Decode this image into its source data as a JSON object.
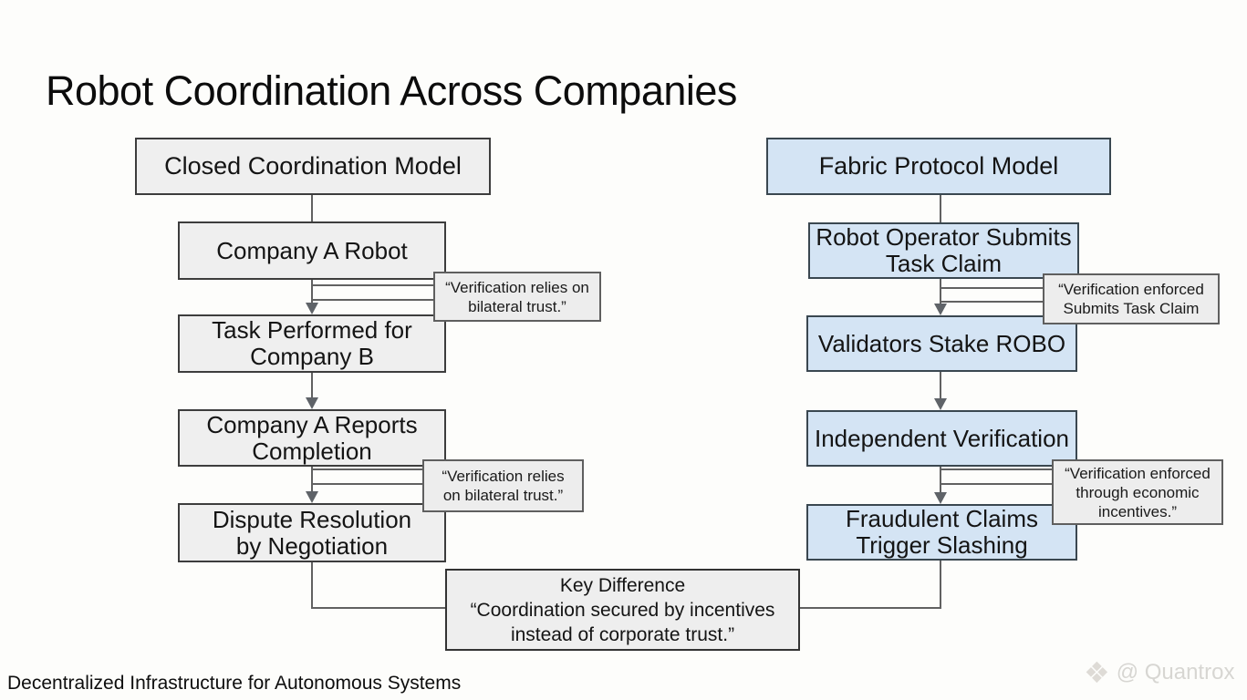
{
  "title": "Robot Coordination Across Companies",
  "left_flow": {
    "header": "Closed Coordination Model",
    "steps": [
      {
        "lines": [
          "Company A Robot"
        ]
      },
      {
        "lines": [
          "Task Performed for",
          "Company B"
        ]
      },
      {
        "lines": [
          "Company A Reports",
          "Completion"
        ]
      },
      {
        "lines": [
          "Dispute Resolution",
          "by Negotiation"
        ]
      }
    ],
    "notes": [
      {
        "lines": [
          "“Verification relies on",
          "bilateral trust.”"
        ]
      },
      {
        "lines": [
          "“Verification relies",
          "on bilateral trust.”"
        ]
      }
    ]
  },
  "right_flow": {
    "header": "Fabric Protocol Model",
    "steps": [
      {
        "lines": [
          "Robot Operator Submits",
          "Task Claim"
        ]
      },
      {
        "lines": [
          "Validators Stake ROBO"
        ]
      },
      {
        "lines": [
          "Independent Verification"
        ]
      },
      {
        "lines": [
          "Fraudulent Claims",
          "Trigger Slashing"
        ]
      }
    ],
    "notes": [
      {
        "lines": [
          "“Verification enforced",
          "Submits Task Claim"
        ]
      },
      {
        "lines": [
          "“Verification enforced",
          "through economic",
          "incentives.”"
        ]
      }
    ]
  },
  "key_difference": {
    "lines": [
      "Key Difference",
      "“Coordination secured by incentives",
      "instead of corporate trust.”"
    ]
  },
  "footer_caption": "Decentralized Infrastructure for Autonomous Systems",
  "watermark": {
    "label": "@ Quantrox",
    "icon": "diamond-logo-icon"
  },
  "colors": {
    "background": "#fdfdfb",
    "closed_box_fill": "#efefef",
    "fabric_box_fill": "#d4e4f4",
    "note_fill": "#ededed",
    "box_border": "#3d3d3d",
    "connector": "#616161"
  }
}
